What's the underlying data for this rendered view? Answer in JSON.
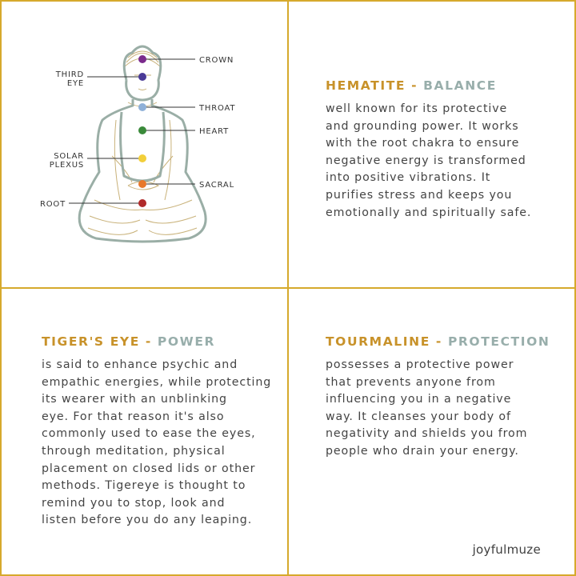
{
  "diagram": {
    "chakras": [
      {
        "label": "CROWN",
        "color": "#7b2a8c"
      },
      {
        "label": "THIRD EYE",
        "color": "#4a3a96"
      },
      {
        "label": "THROAT",
        "color": "#8fb0d8"
      },
      {
        "label": "HEART",
        "color": "#3a8a3a"
      },
      {
        "label": "SOLAR PLEXUS",
        "color": "#f2cf3a"
      },
      {
        "label": "SACRAL",
        "color": "#e8782a"
      },
      {
        "label": "ROOT",
        "color": "#b02a2a"
      }
    ],
    "label_lines": {
      "third_eye_1": "THIRD",
      "third_eye_2": "EYE",
      "solar_1": "SOLAR",
      "solar_2": "PLEXUS"
    }
  },
  "cards": [
    {
      "stone": "HEMATITE -",
      "trait": "BALANCE",
      "lines": [
        "well known for its protective",
        "and grounding power. It works",
        "with the root chakra to ensure",
        "negative energy is transformed",
        "into positive vibrations. It",
        "purifies stress and keeps you",
        "emotionally and spiritually safe."
      ]
    },
    {
      "stone": "TIGER'S EYE -",
      "trait": "POWER",
      "lines": [
        "is said to enhance psychic and",
        "empathic energies, while protecting",
        "its wearer with an unblinking",
        "eye. For that reason it's also",
        "commonly used to ease the eyes,",
        "through meditation, physical",
        "placement on closed lids or other",
        "methods. Tigereye is thought to",
        "remind you to stop, look and",
        "listen before you do any leaping."
      ]
    },
    {
      "stone": "TOURMALINE -",
      "trait": "PROTECTION",
      "lines": [
        "possesses a protective power",
        "that prevents anyone from",
        "influencing you in a negative",
        "way. It cleanses your body of",
        "negativity and shields you from",
        "people who drain your energy."
      ]
    }
  ],
  "brand": "joyfulmuze",
  "colors": {
    "border": "#d6a92c",
    "stone": "#c8922a",
    "trait": "#98aeab",
    "body": "#444444"
  }
}
